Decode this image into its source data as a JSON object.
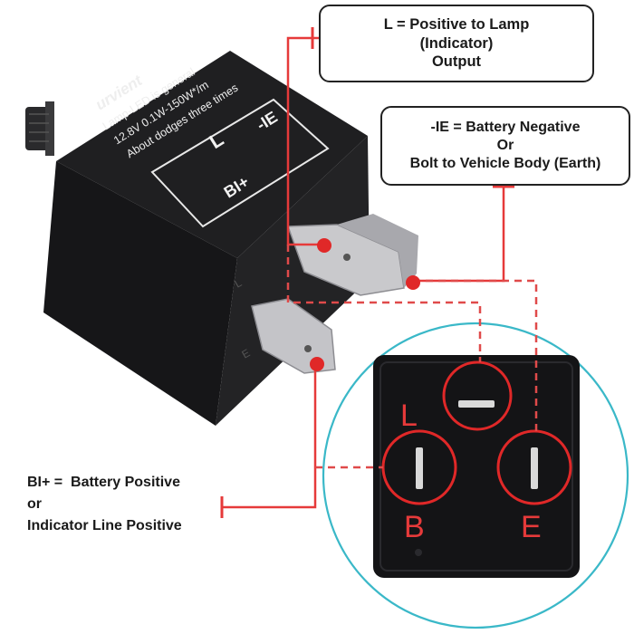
{
  "callouts": {
    "lamp": {
      "line1": "L = Positive to Lamp",
      "line2": "(Indicator)",
      "line3": "Output"
    },
    "earth": {
      "line1": "-IE = Battery Negative",
      "line2": "Or",
      "line3": "Bolt to Vehicle Body (Earth)"
    },
    "battery": {
      "line1": "BI+ =  Battery Positive",
      "line2": "or",
      "line3": "Indicator Line Positive"
    }
  },
  "relay": {
    "brand": "urvient",
    "spec_line1": "Lamp-LED is general",
    "spec_line2": "12.8V 0.1W-150W*/m",
    "spec_line3": "About dodges three times",
    "terminal_L": "L",
    "terminal_IE": "-IE",
    "terminal_BI": "BI+",
    "side_mark_L": "L",
    "side_mark_E": "E"
  },
  "socket": {
    "label_L": "L",
    "label_B": "B",
    "label_E": "E"
  },
  "colors": {
    "wire": "#e63a3a",
    "dashed_wire": "#e04a4a",
    "pin_circle": "#e02828",
    "zoom_circle": "#3ab8c8",
    "relay_body": "#1c1c1e",
    "socket_label": "#e63a3a"
  }
}
